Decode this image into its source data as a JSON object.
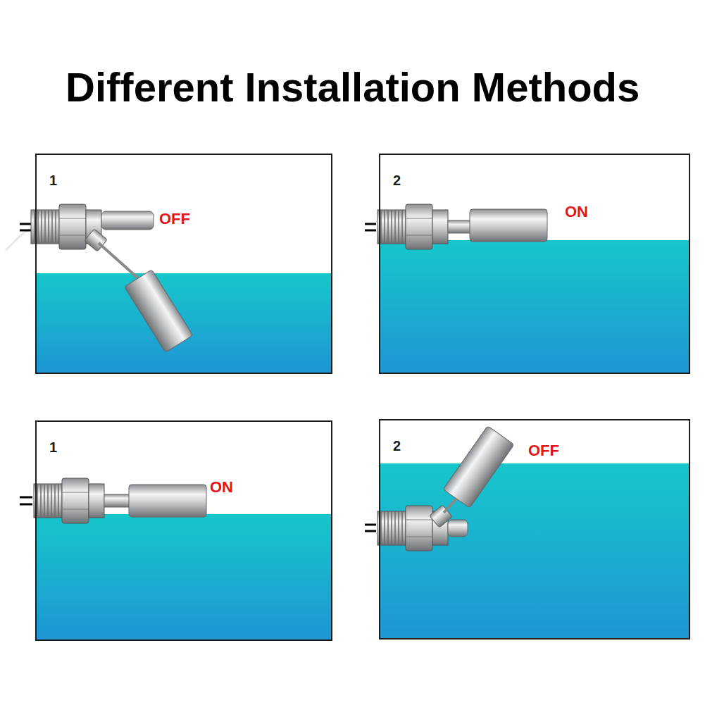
{
  "diagram": {
    "title": "Different Installation Methods",
    "nodes": [
      {
        "text": [
          "1",
          "OFF"
        ]
      },
      {
        "text": [
          "2",
          "ON"
        ]
      },
      {
        "text": [
          "1",
          "ON"
        ]
      },
      {
        "text": [
          "2",
          "OFF"
        ]
      }
    ]
  }
}
